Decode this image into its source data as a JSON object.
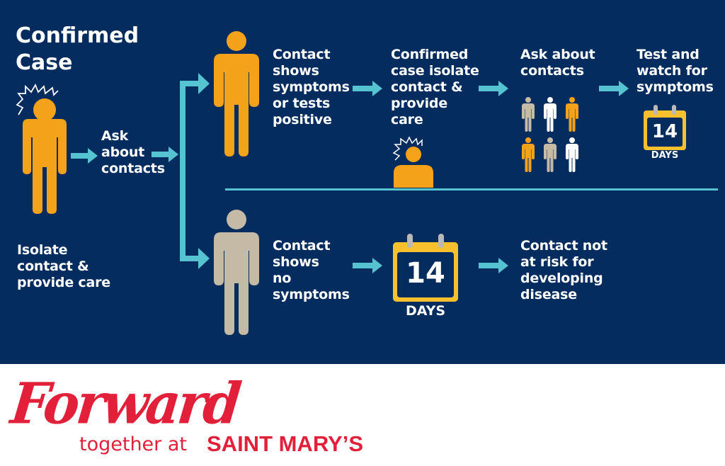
{
  "infographic": {
    "title": "Confirmed\nCase",
    "confirmed_case": {
      "action_label": "Ask\nabout\ncontacts",
      "isolate_label": "Isolate\ncontact &\nprovide care"
    },
    "branch_symptoms": {
      "contact_label": "Contact\nshows\nsymptoms\nor tests\npositive",
      "step2_label": "Confirmed\ncase isolate\ncontact &\nprovide\ncare",
      "step3_label": "Ask about\ncontacts",
      "step4_label": "Test and\nwatch for\nsymptoms",
      "calendar": {
        "number": "14",
        "unit": "DAYS"
      }
    },
    "branch_no_symptoms": {
      "contact_label": "Contact\nshows\nno\nsymptoms",
      "calendar": {
        "number": "14",
        "unit": "DAYS"
      },
      "result_label": "Contact not\nat risk for\ndeveloping\ndisease"
    },
    "colors": {
      "background": "#052c5e",
      "arrow": "#55c3d0",
      "infected": "#f5a21b",
      "unknown": "#c4baa6",
      "healthy": "#ffffff",
      "calendar": "#f7c12e",
      "brand_red": "#e3203a"
    }
  },
  "footer": {
    "script_word": "Forward",
    "tagline_prefix": "together at",
    "institution": "SAINT MARY’S"
  }
}
